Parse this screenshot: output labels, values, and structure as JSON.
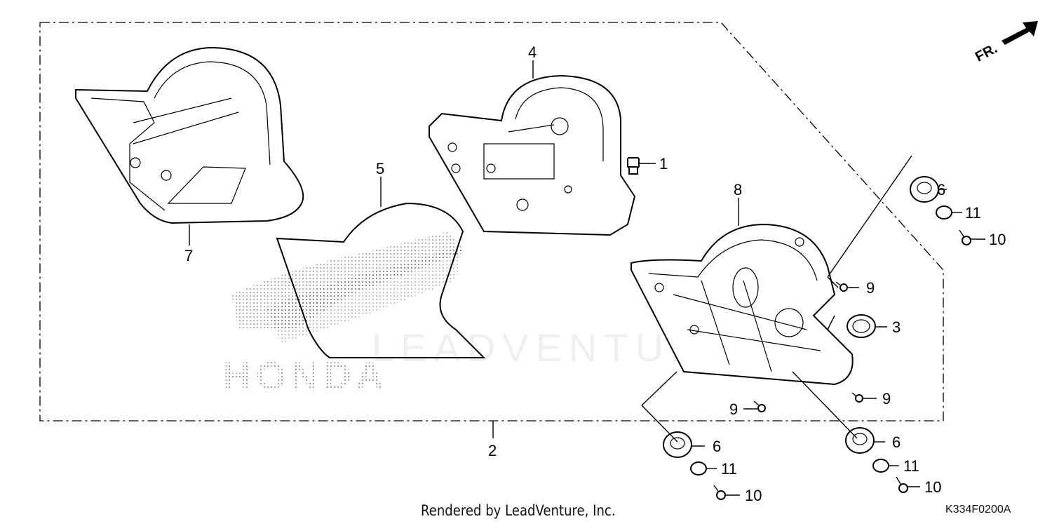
{
  "diagram": {
    "direction_label": "FR.",
    "credit": "Rendered by LeadVenture, Inc.",
    "code": "K334F0200A",
    "watermark": "LEADVENTURE",
    "logo_text": "HONDA",
    "callouts": {
      "c1": "1",
      "c2": "2",
      "c3": "3",
      "c4": "4",
      "c5": "5",
      "c6a": "6",
      "c6b": "6",
      "c6c": "6",
      "c7": "7",
      "c8": "8",
      "c9a": "9",
      "c9b": "9",
      "c9c": "9",
      "c10a": "10",
      "c10b": "10",
      "c10c": "10",
      "c11a": "11",
      "c11b": "11",
      "c11c": "11"
    }
  }
}
